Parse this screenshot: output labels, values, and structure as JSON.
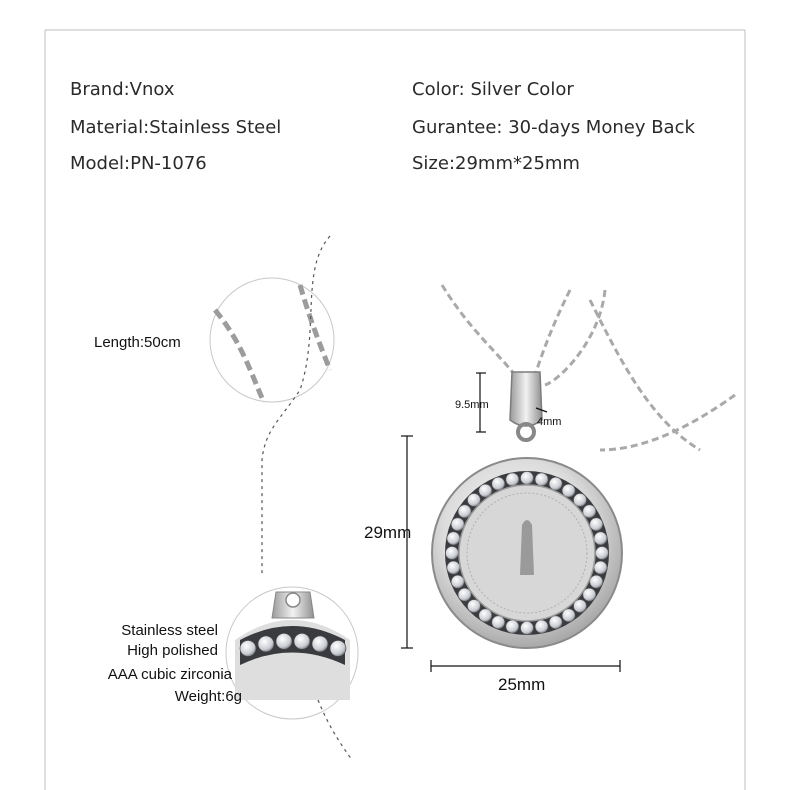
{
  "specs": {
    "brand": "Brand:Vnox",
    "material": "Material:Stainless Steel",
    "model": "Model:PN-1076",
    "color": "Color: Silver Color",
    "guarantee": "Gurantee: 30-days Money Back",
    "size": "Size:29mm*25mm"
  },
  "detail": {
    "length": "Length:50cm",
    "callouts": [
      "Stainless steel",
      "High polished",
      "AAA cubic zirconia",
      "Weight:6g"
    ]
  },
  "dimensions": {
    "bail_height": "9.5mm",
    "bail_width": "4mm",
    "pendant_height": "29mm",
    "pendant_width": "25mm"
  }
}
